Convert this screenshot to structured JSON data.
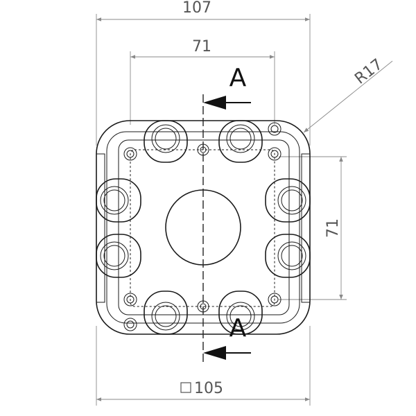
{
  "drawing": {
    "dimensions": {
      "overall_width": "107",
      "inner_width": "71",
      "inner_height": "71",
      "radius": "R17",
      "square_size": "105"
    },
    "section": {
      "label_top": "A",
      "label_bottom": "A"
    },
    "square_symbol": "□"
  }
}
